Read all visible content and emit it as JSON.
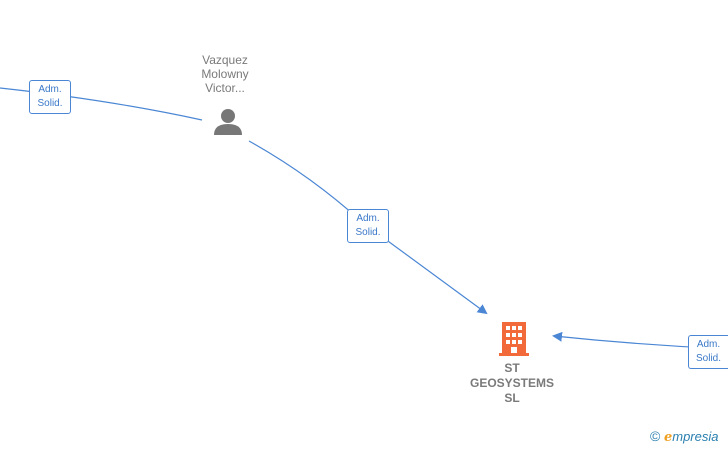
{
  "person": {
    "name_line1": "Vazquez",
    "name_line2": "Molowny",
    "name_line3": "Victor..."
  },
  "company": {
    "name_line1": "ST",
    "name_line2": "GEOSYSTEMS",
    "name_line3": "SL"
  },
  "edges": [
    {
      "role_line1": "Adm.",
      "role_line2": "Solid."
    },
    {
      "role_line1": "Adm.",
      "role_line2": "Solid."
    },
    {
      "role_line1": "Adm.",
      "role_line2": "Solid."
    }
  ],
  "brand": {
    "copyright": "©",
    "logo_initial": "e",
    "logo_rest": "mpresia"
  },
  "colors": {
    "edge": "#4a86d4",
    "company_icon": "#f26a3a",
    "person_icon": "#777777",
    "label_text": "#7a7a7a"
  }
}
